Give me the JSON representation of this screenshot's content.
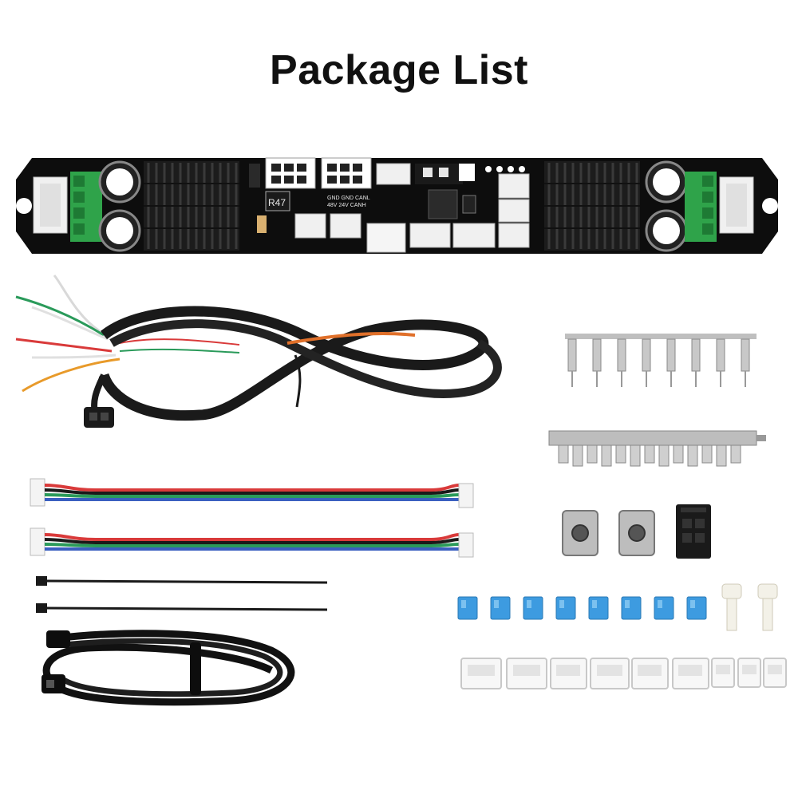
{
  "title": "Package List",
  "board": {
    "silkscreen_model": "R47",
    "silkscreen_pins_row1": "GND GND CANL",
    "silkscreen_pins_row2": "48V 24V CANH"
  },
  "colors": {
    "background": "#ffffff",
    "pcb": "#0d0d0d",
    "heatsink": "#1c1c1c",
    "terminal_green": "#2fa34a",
    "connector_white": "#f0f0f0",
    "jumper_blue": "#3d9be0",
    "cable_black": "#1a1a1a",
    "wire_red": "#d93a3a",
    "wire_green": "#2a9a5a",
    "wire_blue": "#3a5fc0"
  },
  "items": [
    "toolhead-board",
    "braided-cable-harness",
    "crimp-terminals-small",
    "crimp-terminals-large",
    "4-pin-cables",
    "t-nuts",
    "black-connector-housing",
    "cable-ties",
    "usb-cable",
    "jumper-caps",
    "nylon-screws",
    "white-connector-housings"
  ]
}
